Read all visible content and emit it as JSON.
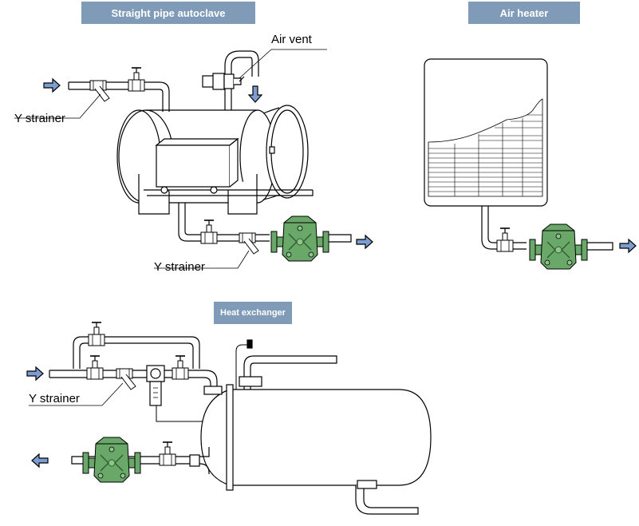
{
  "sections": {
    "autoclave": {
      "title": "Straight pipe autoclave"
    },
    "air_heater": {
      "title": "Air heater"
    },
    "heat_exchanger": {
      "title": "Heat exchanger"
    }
  },
  "callouts": {
    "air_vent": "Air vent",
    "y_strainer_autoclave": "Y strainer",
    "y_strainer_autoclave_outlet": "Y strainer",
    "y_strainer_hx": "Y strainer"
  },
  "colors": {
    "title_bg": "#7f9bb8",
    "title_text": "#ffffff",
    "flow_arrow": "#7d9dd0",
    "trap_fill": "#6aa86a",
    "trap_dark": "#3e7a3e",
    "line": "#000000"
  },
  "icons": [
    "flow-arrow-icon",
    "steam-trap-icon",
    "valve-icon",
    "y-strainer-icon"
  ]
}
